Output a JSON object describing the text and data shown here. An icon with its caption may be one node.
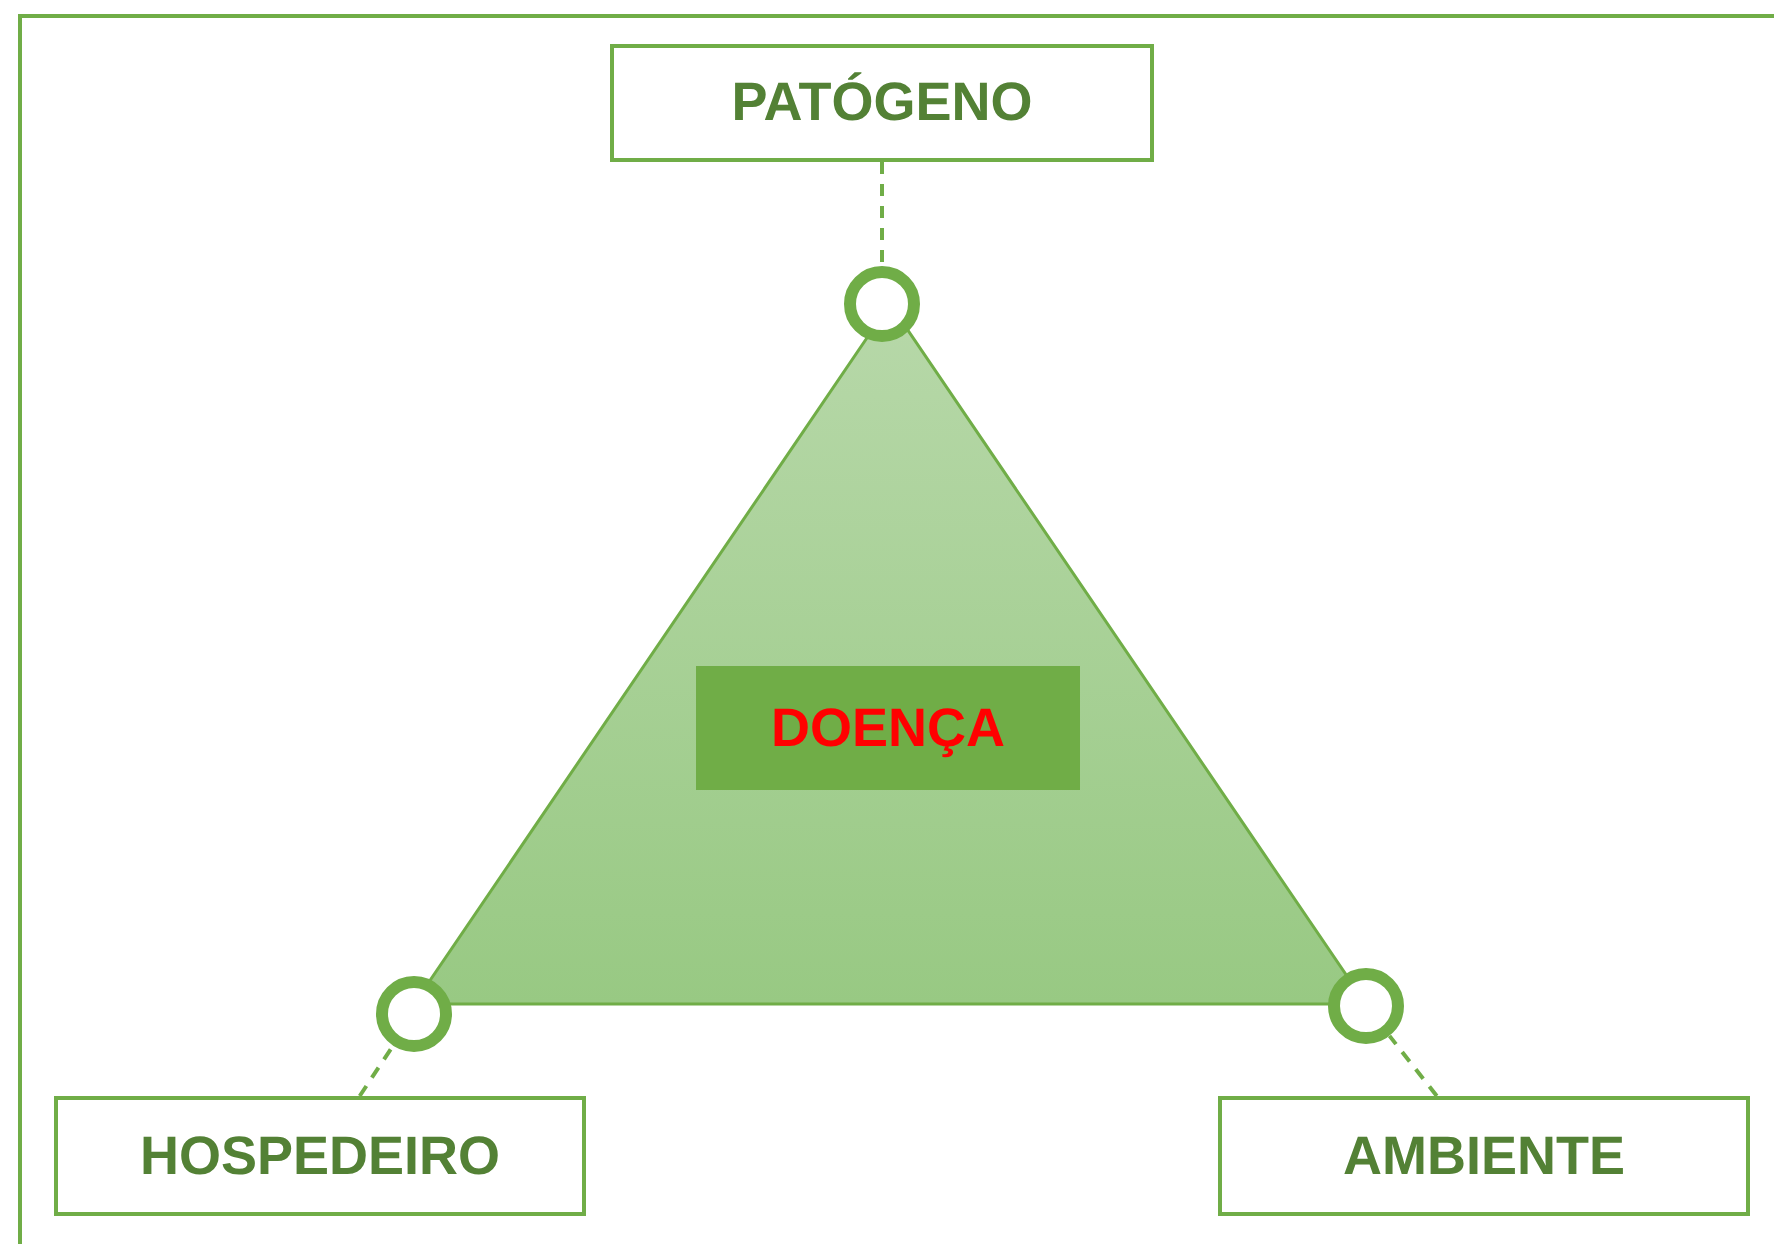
{
  "diagram": {
    "nodes": [
      {
        "text": [
          "PATÓGENO"
        ]
      },
      {
        "text": [],
        "shape": "circle"
      },
      {
        "text": [],
        "shape": "triangle"
      },
      {
        "text": [
          "DOENÇA"
        ],
        "in": 2
      },
      {
        "text": [],
        "shape": "circle"
      },
      {
        "text": [],
        "shape": "circle"
      },
      {
        "text": [
          "HOSPEDEIRO"
        ]
      },
      {
        "text": [
          "AMBIENTE"
        ]
      }
    ],
    "edges": [
      {
        "from": 0,
        "to": 1,
        "arrow": "none",
        "style": "dashed"
      },
      {
        "from": 6,
        "to": 4,
        "arrow": "none",
        "style": "dashed"
      },
      {
        "from": 7,
        "to": 5,
        "arrow": "none",
        "style": "dashed"
      }
    ]
  }
}
